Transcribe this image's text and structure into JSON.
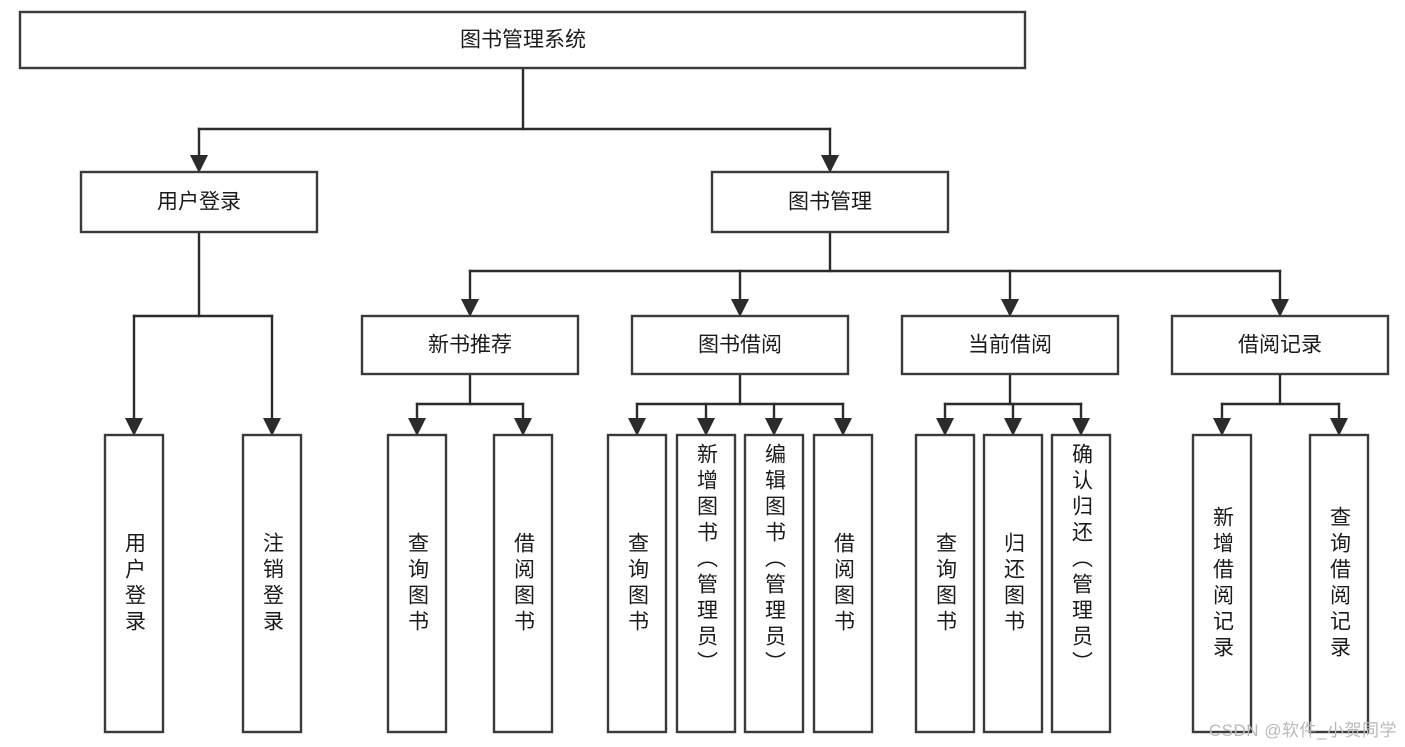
{
  "diagram": {
    "type": "tree-hierarchy-chart",
    "background_color": "#ffffff",
    "box_border_color": "#3a3a3a",
    "connector_color": "#2b2b2b",
    "text_color": "#1b1b1b",
    "root": {
      "label": "图书管理系统"
    },
    "level2": [
      {
        "label": "用户登录"
      },
      {
        "label": "图书管理"
      }
    ],
    "level3": [
      {
        "label": "新书推荐"
      },
      {
        "label": "图书借阅"
      },
      {
        "label": "当前借阅"
      },
      {
        "label": "借阅记录"
      }
    ],
    "leaves": {
      "user_login": [
        {
          "label": "用户登录"
        },
        {
          "label": "注销登录"
        }
      ],
      "new_book_recommend": [
        {
          "label": "查询图书"
        },
        {
          "label": "借阅图书"
        }
      ],
      "book_borrow": [
        {
          "label": "查询图书"
        },
        {
          "label": "新增图书（管理员）"
        },
        {
          "label": "编辑图书（管理员）"
        },
        {
          "label": "借阅图书"
        }
      ],
      "current_borrow": [
        {
          "label": "查询图书"
        },
        {
          "label": "归还图书"
        },
        {
          "label": "确认归还（管理员）"
        }
      ],
      "borrow_record": [
        {
          "label": "新增借阅记录"
        },
        {
          "label": "查询借阅记录"
        }
      ]
    }
  },
  "watermark": {
    "text": "CSDN @软件_小贺同学"
  }
}
